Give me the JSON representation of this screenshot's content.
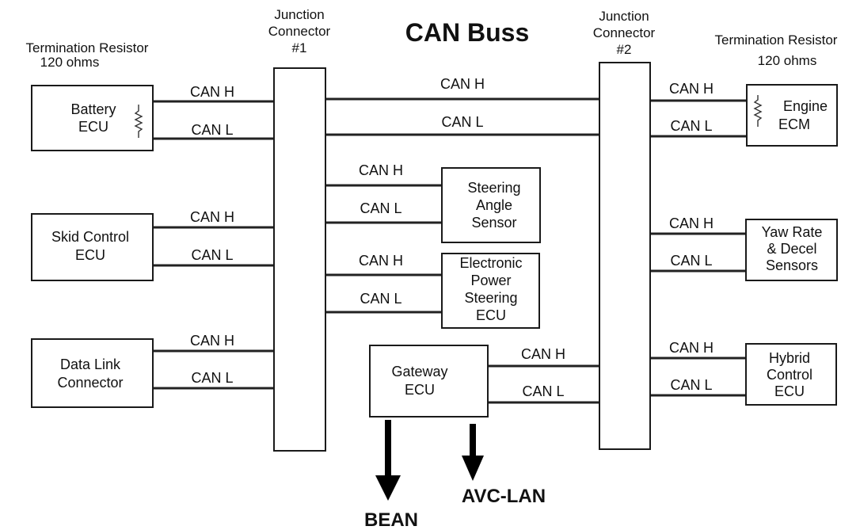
{
  "title": "CAN Buss",
  "junction1": {
    "line1": "Junction",
    "line2": "Connector",
    "line3": "#1"
  },
  "junction2": {
    "line1": "Junction",
    "line2": "Connector",
    "line3": "#2"
  },
  "termination_left": {
    "line1": "Termination Resistor",
    "line2": "120 ohms"
  },
  "termination_right": {
    "line1": "Termination Resistor",
    "line2": "120 ohms"
  },
  "wire_h": "CAN H",
  "wire_l": "CAN L",
  "nodes": {
    "battery_ecu": [
      "Battery",
      "ECU"
    ],
    "skid_control_ecu": [
      "Skid Control",
      "ECU"
    ],
    "data_link_connector": [
      "Data Link",
      "Connector"
    ],
    "steering_angle_sensor": [
      "Steering",
      "Angle",
      "Sensor"
    ],
    "eps_ecu": [
      "Electronic",
      "Power",
      "Steering",
      "ECU"
    ],
    "gateway_ecu": [
      "Gateway",
      "ECU"
    ],
    "engine_ecm": [
      "Engine",
      "ECM"
    ],
    "yaw_rate_sensors": [
      "Yaw Rate",
      "& Decel",
      "Sensors"
    ],
    "hybrid_control_ecu": [
      "Hybrid",
      "Control",
      "ECU"
    ]
  },
  "outputs": {
    "bean": "BEAN",
    "avc_lan": "AVC-LAN"
  }
}
